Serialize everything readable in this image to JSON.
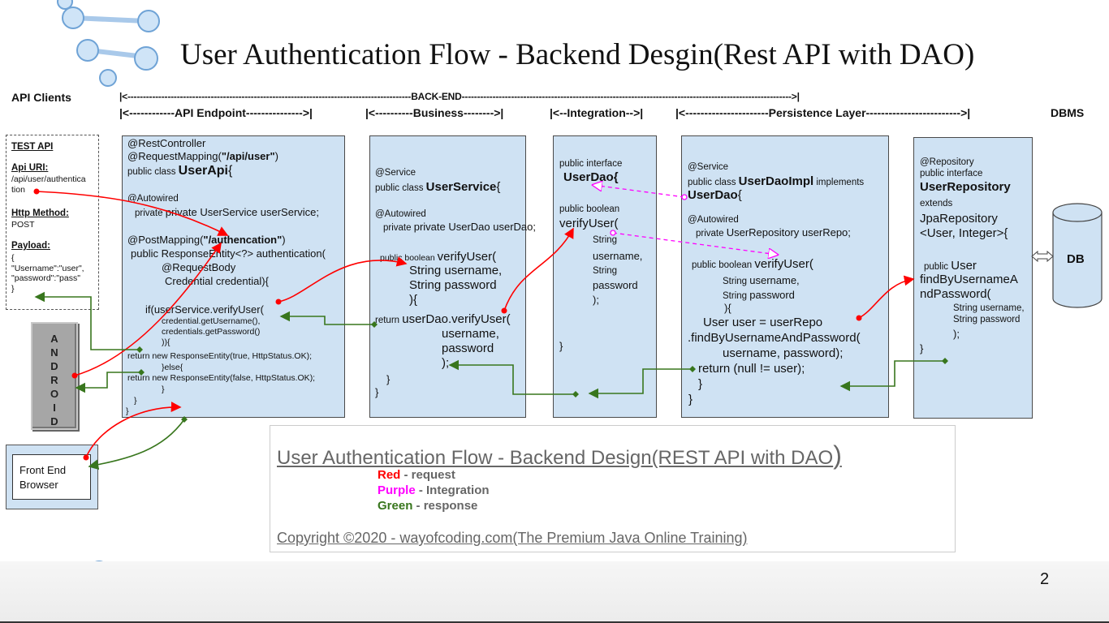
{
  "title": "User Authentication Flow - Backend Desgin(Rest API with DAO)",
  "header": {
    "api_clients": "API Clients",
    "backend": "|<--------------------------------------------------------------------------------------------BACK-END----------------------------------------------------------------------------------------------------------->|",
    "lanes": {
      "api_endpoint": "|<------------API Endpoint--------------->|",
      "business": "|<----------Business-------->|",
      "integration": "|<--Integration-->|",
      "persistence": "|<----------------------Persistence Layer------------------------->|",
      "dbms": "DBMS"
    }
  },
  "test_api": {
    "heading": "TEST API",
    "uri_label": "Api URI:",
    "uri_value": "/api/user/authentica\ntion",
    "method_label": "Http Method:",
    "method_value": "POST",
    "payload_label": "Payload:",
    "payload_value": "{\n\"Username\":\"user\",\n\"password\":\"pass\"\n}"
  },
  "android": [
    "A",
    "N",
    "D",
    "R",
    "O",
    "I",
    "D"
  ],
  "front_end": "Front End\nBrowser",
  "user_api": {
    "l1": "@RestController",
    "l2a": "@RequestMapping(",
    "l2b": "\"/api/user\"",
    "l2c": ")",
    "l3a": "public class ",
    "l3b": "UserApi",
    "l3c": "{",
    "l4": "@Autowired",
    "l5": "private UserService userService;",
    "l6a": "@PostMapping(",
    "l6b": "\"/authencation\"",
    "l6c": ")",
    "l7": "public ResponseEntity<?> authentication(",
    "l8": "@RequestBody",
    "l9": "Credential credential){",
    "l10": "if(userService.verifyUser(",
    "l11": "credential.getUsername(),\ncredentials.getPassword()\n)){",
    "l12": "return new ResponseEntity(true, HttpStatus.OK);",
    "l13": "}else{",
    "l14": "return new ResponseEntity(false, HttpStatus.OK);",
    "l15": "}",
    "l16": "}",
    "l17": "}"
  },
  "user_service": {
    "l1": "@Service",
    "l2a": "public class ",
    "l2b": "UserService",
    "l2c": "{",
    "l3": "@Autowired",
    "l4": "private UserDao userDao;",
    "l5a": "public boolean ",
    "l5b": "verifyUser(",
    "l6": "String username,\nString password\n){",
    "l7a": "return ",
    "l7b": "userDao.verifyUser(",
    "l8": "username,\npassword\n);",
    "l9": "}",
    "l10": "}"
  },
  "user_dao": {
    "l1": "public interface",
    "l2": "UserDao{",
    "l3": "public boolean",
    "l4": "verifyUser(",
    "l5a": "String",
    "l5b": "username,",
    "l5c": "String",
    "l5d": "password",
    "l5e": ");",
    "l6": "}"
  },
  "user_dao_impl": {
    "l1": "@Service",
    "l2a": "public class ",
    "l2b": "UserDaoImpl",
    "l2c": " implements",
    "l3": "UserDao{",
    "l4": "@Autowired",
    "l5": "private UserRepository userRepo;",
    "l6a": "public boolean ",
    "l6b": "verifyUser(",
    "l7a": "String ",
    "l7b": "username,",
    "l8a": "String ",
    "l8b": "password",
    "l9": "){",
    "l10": "User user = userRepo",
    "l11": ".findByUsernameAndPassword(",
    "l12": "username, password);",
    "l13": "return (null != user);",
    "l14": "}",
    "l15": "}"
  },
  "user_repo": {
    "l1": "@Repository",
    "l2": "public interface",
    "l3": "UserRepository",
    "l4": "extends",
    "l5": "JpaRepository\n<User, Integer>{",
    "l6a": "public ",
    "l6b": "User",
    "l7": "findByUsernameA\nndPassword(",
    "l8": "String username,\nString password",
    "l9": ");",
    "l10": "}"
  },
  "db": "DB",
  "legend": {
    "title": "User Authentication Flow - Backend Design(REST API with DAO",
    "paren": ")",
    "red_word": "Red",
    "red_text": " - request",
    "purple_word": "Purple",
    "purple_text": " - Integration",
    "green_word": "Green",
    "green_text": " - response",
    "copyright": "Copyright ©2020 - wayofcoding.com(The Premium Java Online Training)"
  },
  "page_number": "2",
  "colors": {
    "request": "#ff0000",
    "integration": "#ff00ff",
    "response": "#38761d",
    "box_fill": "#cfe2f3"
  }
}
